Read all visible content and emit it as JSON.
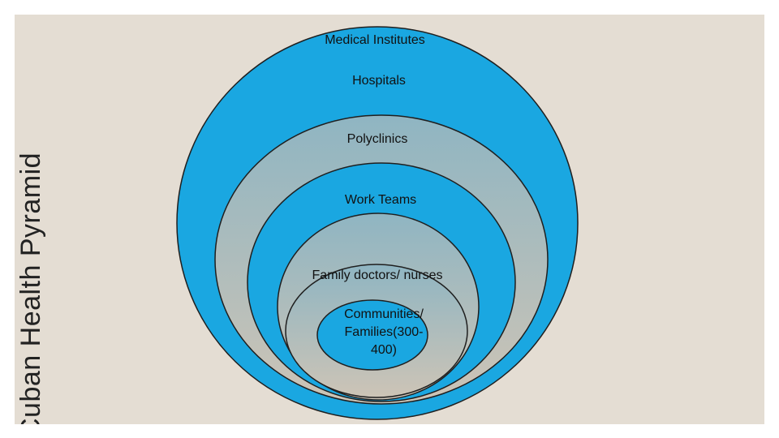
{
  "side_title": "Cuban Health Pyramid",
  "colors": {
    "slide_background": "#e4ddd3",
    "outer_fill": "#1aa7e1",
    "gradient_top": "#8fb5c2",
    "gradient_bottom": "#cdc4b6",
    "outline": "#1f1f1f"
  },
  "levels": [
    {
      "label": "Medical Institutes"
    },
    {
      "label": "Hospitals"
    },
    {
      "label": "Polyclinics"
    },
    {
      "label": "Work Teams"
    },
    {
      "label": "Family doctors/ nurses"
    },
    {
      "label_lines": [
        "Communities/",
        "Families(300-",
        "400)"
      ]
    }
  ]
}
